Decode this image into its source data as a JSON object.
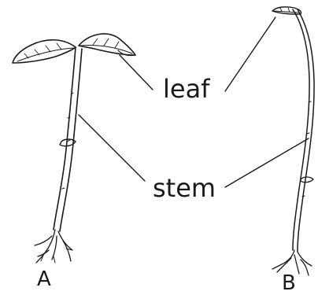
{
  "labels": {
    "leaf": "leaf",
    "stem": "stem",
    "plant_a": "A",
    "plant_b": "B"
  },
  "colors": {
    "ink": "#1a1a1a",
    "background": "#ffffff"
  }
}
